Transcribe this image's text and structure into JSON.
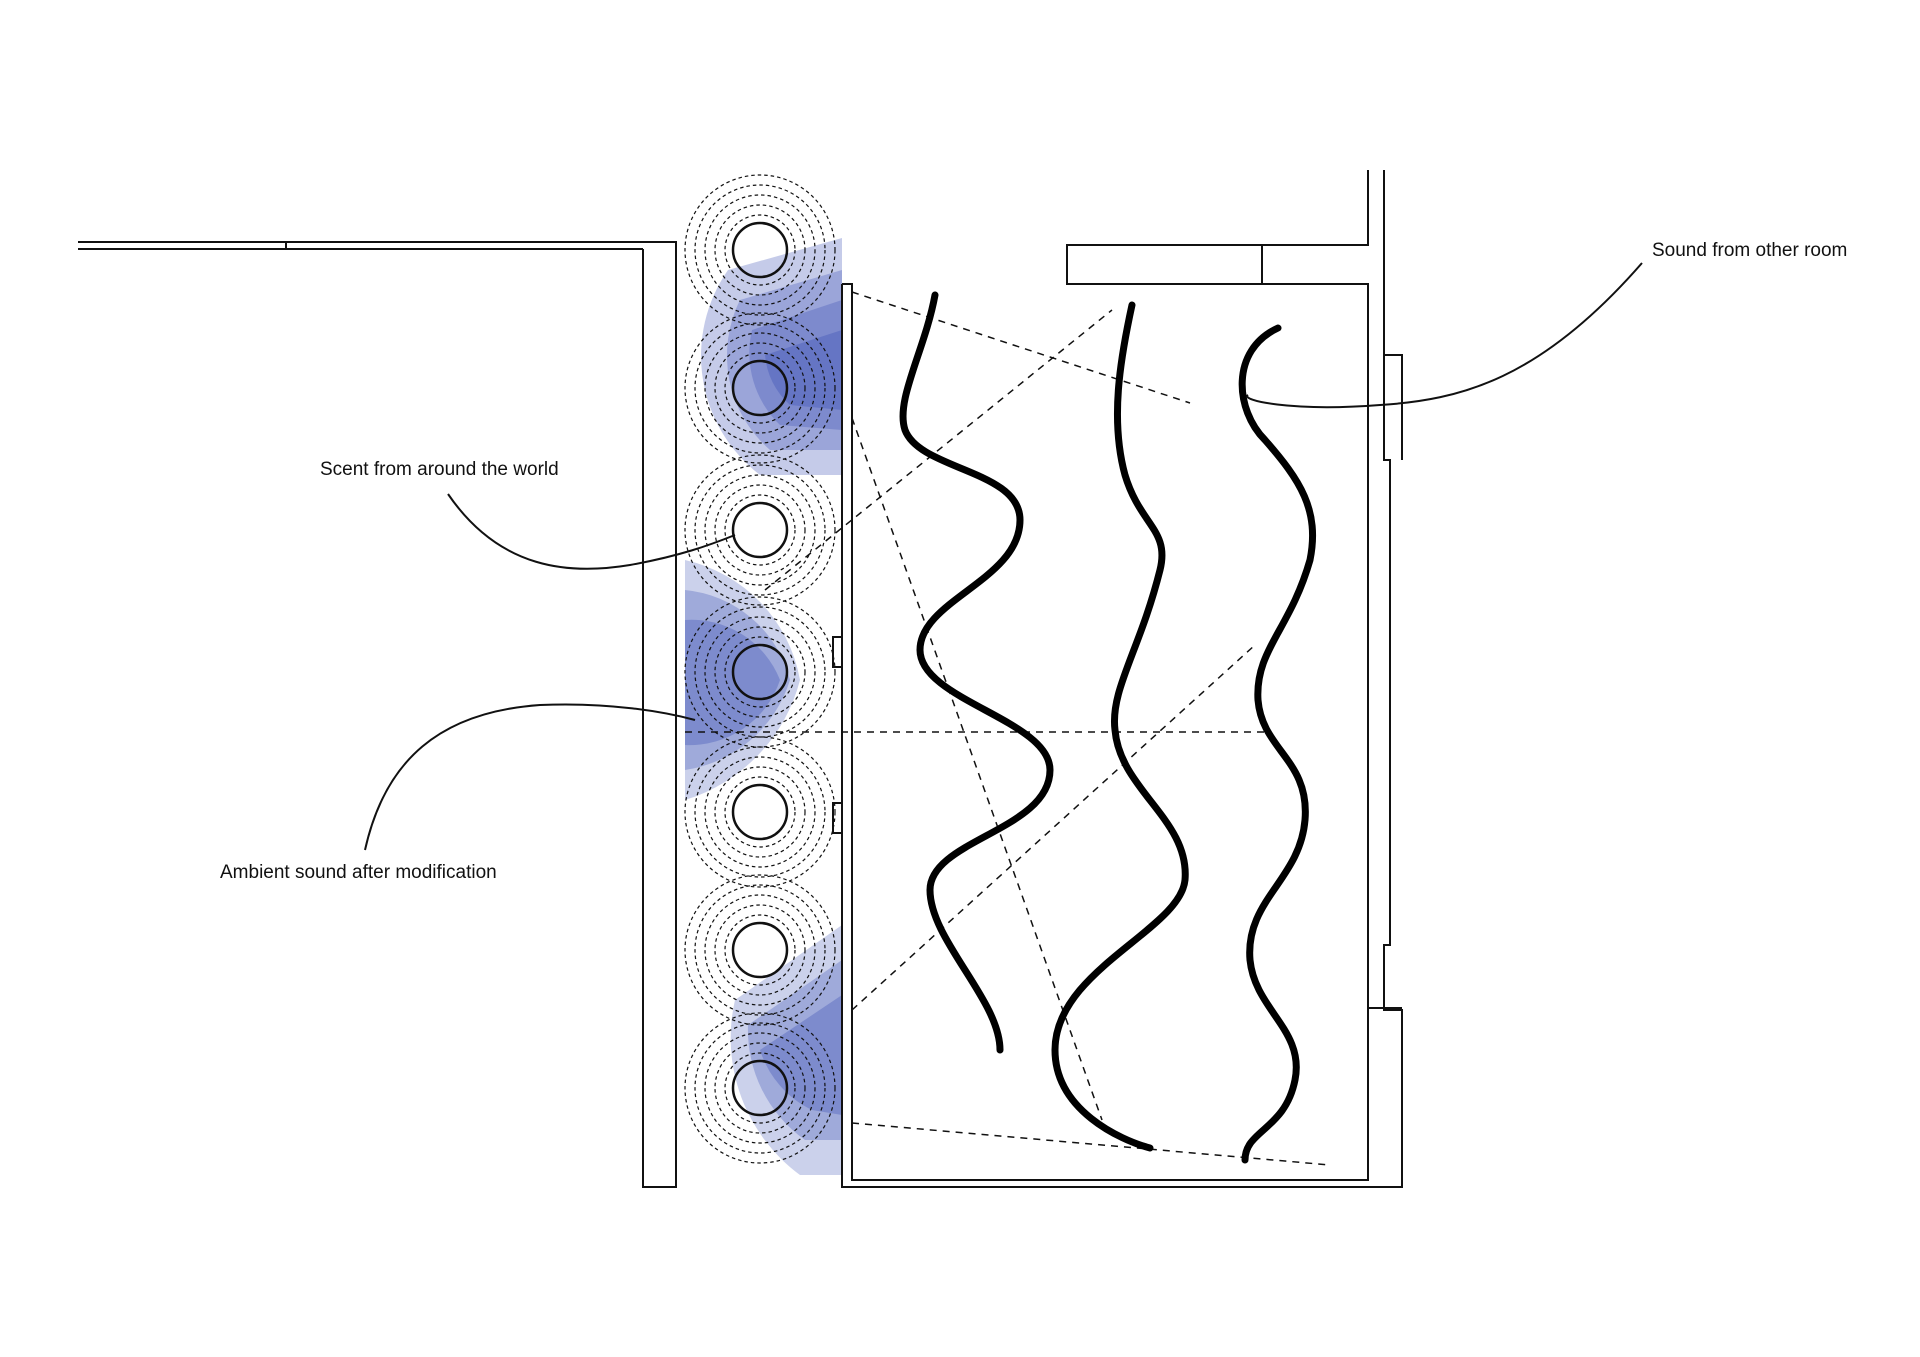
{
  "labels": {
    "sound_other_room": "Sound from other room",
    "scent_world": "Scent from around the world",
    "ambient_modified": "Ambient sound after modification"
  },
  "colors": {
    "line": "#111111",
    "accent_blue": "#2f46b0",
    "background": "#ffffff"
  }
}
